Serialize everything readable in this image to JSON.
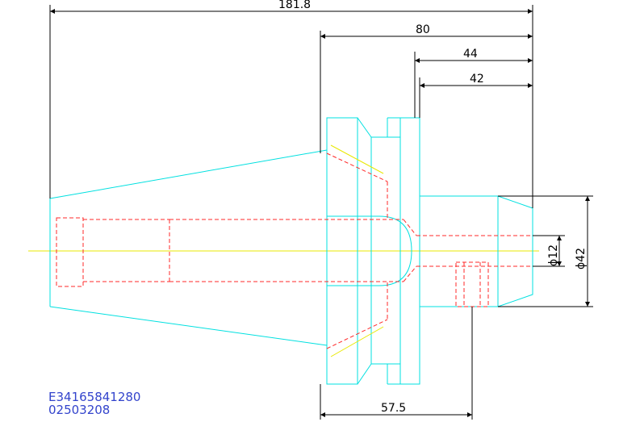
{
  "dimensions": {
    "overall_length": "181.8",
    "flange_to_end": "80",
    "gauge_length_44": "44",
    "gauge_length_42": "42",
    "flange_to_hole": "57.5",
    "bore_diameter": "ϕ12",
    "shank_diameter": "ϕ42"
  },
  "part_codes": {
    "line1": "E34165841280",
    "line2": "02503208"
  },
  "colors": {
    "outline": "#00e0e0",
    "hidden": "#ff2a2a",
    "centerline": "#e8e800",
    "dimension": "#000000",
    "code_text": "#3344cc"
  }
}
